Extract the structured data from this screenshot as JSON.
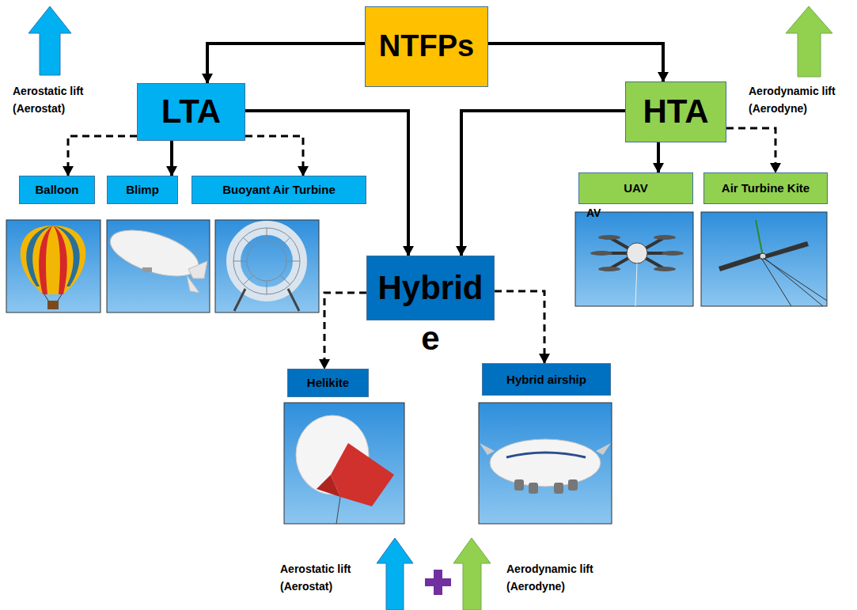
{
  "diagram": {
    "nodes": [
      {
        "text": [
          "NTFPs"
        ]
      },
      {
        "text": [
          "LTA"
        ]
      },
      {
        "text": [
          "HTA"
        ]
      },
      {
        "text": [
          "Balloon"
        ]
      },
      {
        "text": [
          "Blimp"
        ]
      },
      {
        "text": [
          "Buoyant Air Turbine"
        ]
      },
      {
        "text": [
          "Hybrid",
          "e"
        ]
      },
      {
        "text": [
          "UAV"
        ]
      },
      {
        "text": [
          "Air Turbine Kite"
        ]
      },
      {
        "text": [
          "Helikite"
        ]
      },
      {
        "text": [
          "Hybrid airship"
        ]
      }
    ],
    "edges": [
      {
        "from": 0,
        "to": 1,
        "arrow": "to"
      },
      {
        "from": 0,
        "to": 2,
        "arrow": "to"
      },
      {
        "from": 1,
        "to": 6,
        "arrow": "to"
      },
      {
        "from": 2,
        "to": 6,
        "arrow": "to"
      },
      {
        "from": 1,
        "to": 3,
        "arrow": "to"
      },
      {
        "from": 1,
        "to": 4,
        "arrow": "to"
      },
      {
        "from": 1,
        "to": 5,
        "arrow": "to"
      },
      {
        "from": 2,
        "to": 7,
        "arrow": "to"
      },
      {
        "from": 2,
        "to": 8,
        "arrow": "to"
      },
      {
        "from": 6,
        "to": 9,
        "arrow": "to"
      },
      {
        "from": 6,
        "to": 10,
        "arrow": "to"
      }
    ],
    "labels": [
      "Aerostatic lift (Aerostat)",
      "Aerodynamic lift (Aerodyne)",
      "AV",
      "Aerostatic lift (Aerostat)",
      "Aerodynamic lift (Aerodyne)"
    ]
  }
}
